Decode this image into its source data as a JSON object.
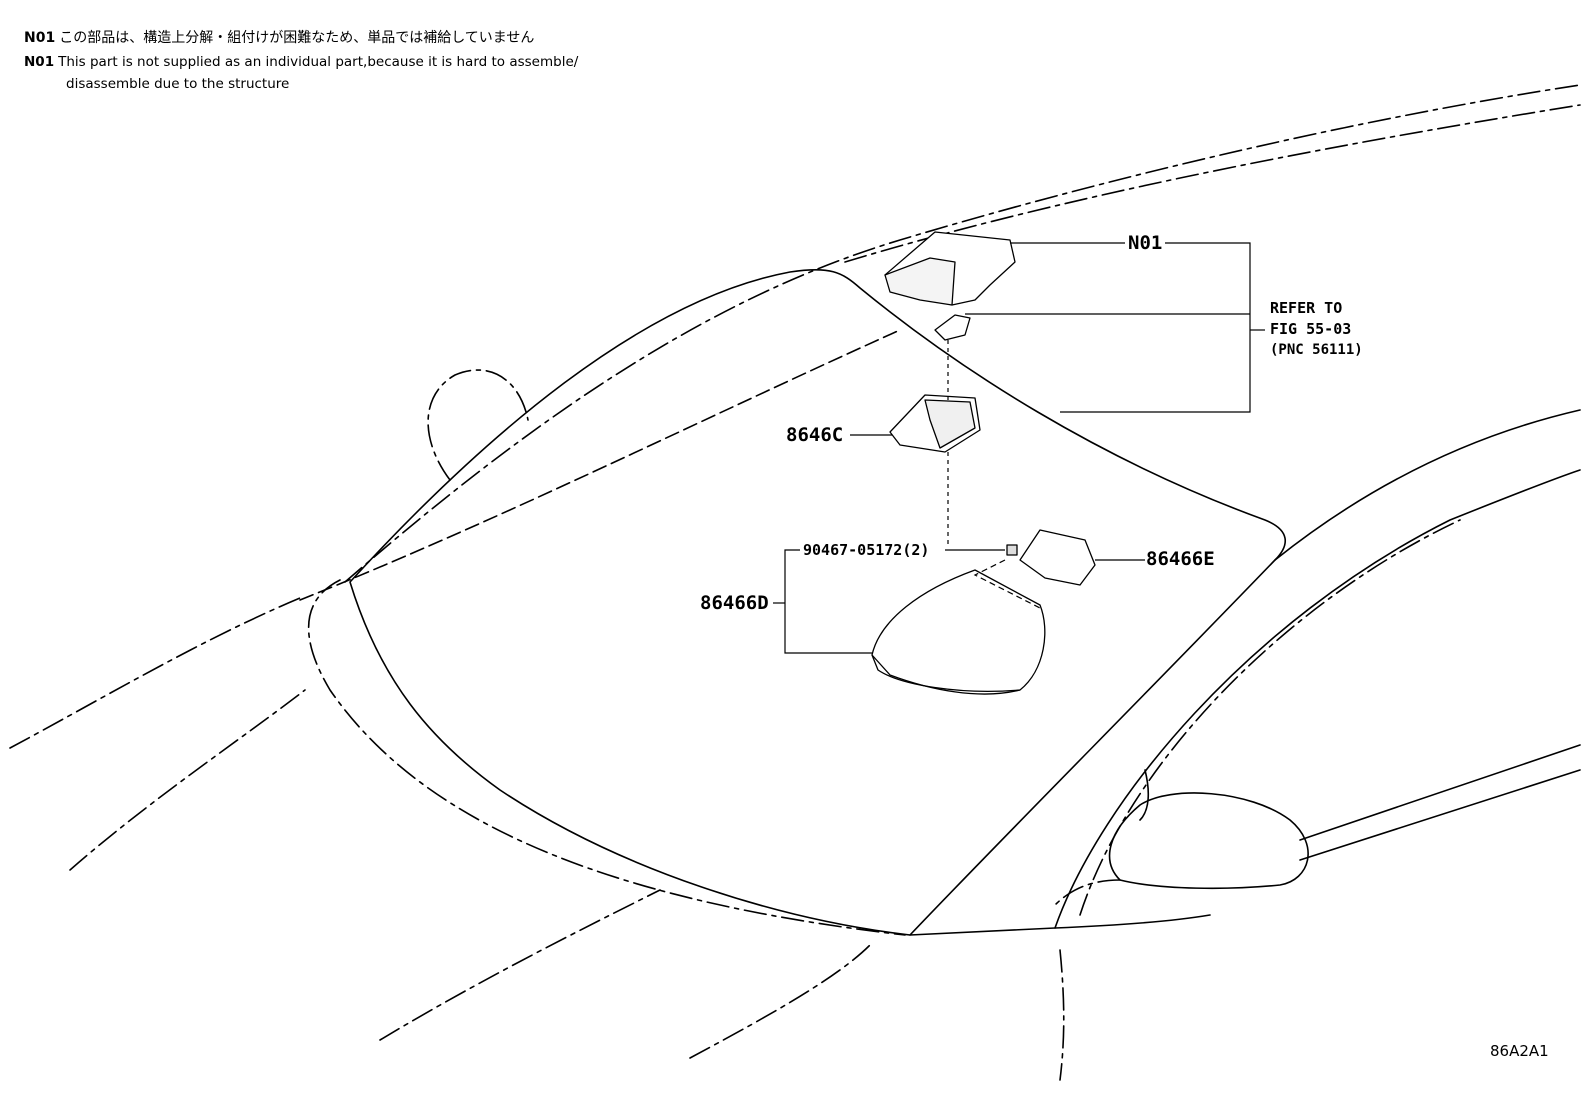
{
  "notes": [
    {
      "code": "N01",
      "text": "この部品は、構造上分解・組付けが困難なため、単品では補給していません"
    },
    {
      "code": "N01",
      "text": "This part is not supplied as an individual part,because it is hard to assemble/"
    },
    {
      "code": "",
      "text": "disassemble due to the structure"
    }
  ],
  "callouts": {
    "n01": "N01",
    "refer_line1": "REFER TO",
    "refer_line2": "FIG 55-03",
    "refer_line3": "(PNC 56111)",
    "part_8646c": "8646C",
    "part_90467": "90467-05172(2)",
    "part_86466e": "86466E",
    "part_86466d": "86466D"
  },
  "figure_id": "86A2A1"
}
